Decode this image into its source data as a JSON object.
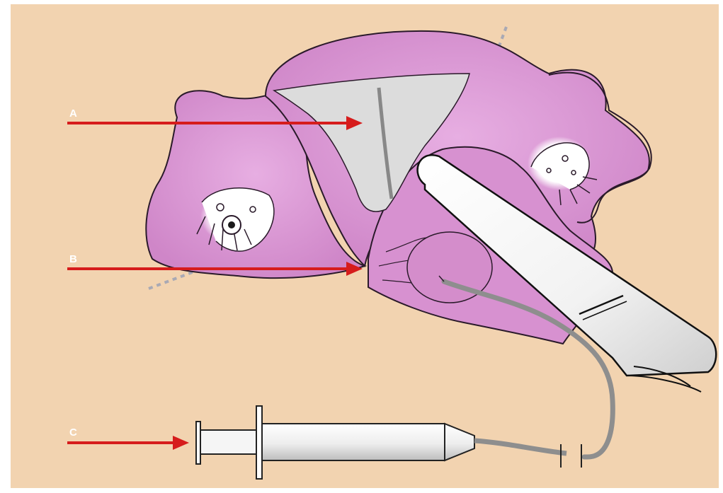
{
  "labels": {
    "a": "A",
    "b": "B",
    "c": "C"
  },
  "colors": {
    "background": "#f2d3b0",
    "tissue": "#d68fcf",
    "tissue_outline": "#2a1a2a",
    "cavity": "#dcdcdc",
    "arrow": "#d61c1c",
    "catheter": "#8e8e8e",
    "dashed_line": "#a9a9b4"
  },
  "icons": {
    "uterus": "uterus-illustration",
    "ultrasound_probe": "transvaginal-probe-icon",
    "syringe": "syringe-icon",
    "catheter": "catheter-tube-icon"
  }
}
